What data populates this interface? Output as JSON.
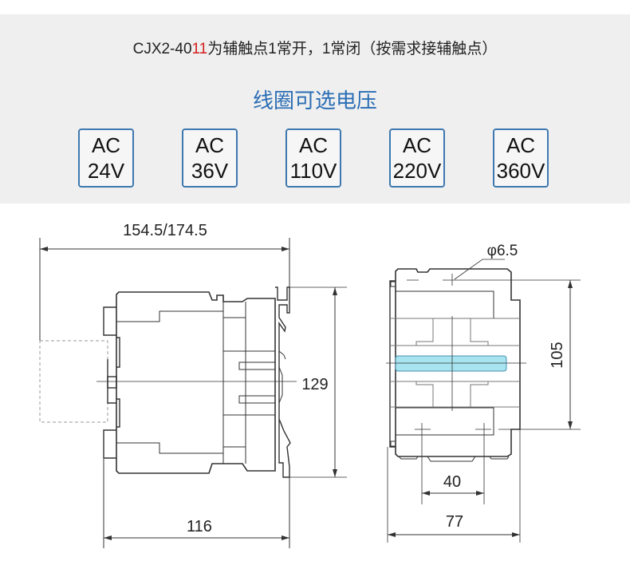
{
  "header": {
    "title_prefix": "CJX2-40",
    "title_highlight": "11",
    "title_suffix": "为辅触点1常开，1常闭（按需求接辅触点）",
    "coil_heading": "线圈可选电压"
  },
  "voltages": [
    {
      "line1": "AC",
      "line2": "24V"
    },
    {
      "line1": "AC",
      "line2": "36V"
    },
    {
      "line1": "AC",
      "line2": "110V"
    },
    {
      "line1": "AC",
      "line2": "220V"
    },
    {
      "line1": "AC",
      "line2": "360V"
    }
  ],
  "dimensions": {
    "side_depth": "154.5/174.5",
    "side_height": "129",
    "side_body_depth": "116",
    "front_hole": "φ6.5",
    "front_hole_spacing_v": "105",
    "front_hole_spacing_h": "40",
    "front_width": "77"
  },
  "colors": {
    "accent": "#2a6db4",
    "highlight": "#d3201f",
    "cyan_bar": "#a8e4f0"
  }
}
